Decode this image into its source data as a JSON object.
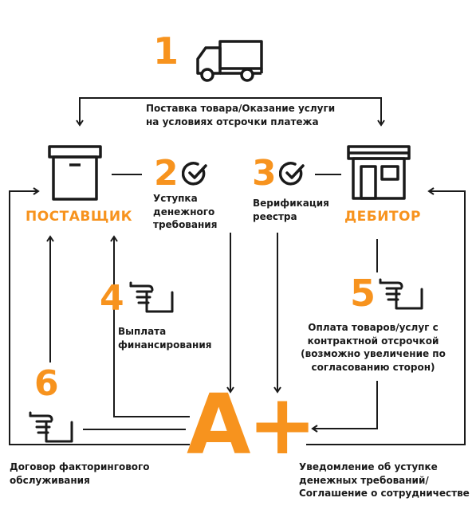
{
  "steps": [
    {
      "number": "1",
      "label": ""
    },
    {
      "number": "2",
      "label": "Уступка\nденежного\nтребования"
    },
    {
      "number": "3",
      "label": "Верификация\nреестра"
    },
    {
      "number": "4",
      "label": "Выплата\nфинансирования"
    },
    {
      "number": "5",
      "label": "Оплата товаров/услуг с\nконтрактной отсрочкой\n(возможно увеличение по\nсогласованию сторон)"
    },
    {
      "number": "6",
      "label": ""
    }
  ],
  "delivery_label": "Поставка товара/Оказание услуги\nна условиях отсрочки платежа",
  "supplier_label": "ПОСТАВЩИК",
  "debtor_label": "ДЕБИТОР",
  "factor_logo": "A+",
  "factoring_contract_label": "Договор факторингового\nобслуживания",
  "notification_label": "Уведомление об уступке\nденежных требований/\nСоглашение о сотрудничестве",
  "colors": {
    "accent": "#f7931e",
    "ink": "#1a1a1a"
  },
  "icons": [
    "truck-icon",
    "box-icon",
    "store-icon",
    "check-circle-icon",
    "hand-cash-icon"
  ]
}
